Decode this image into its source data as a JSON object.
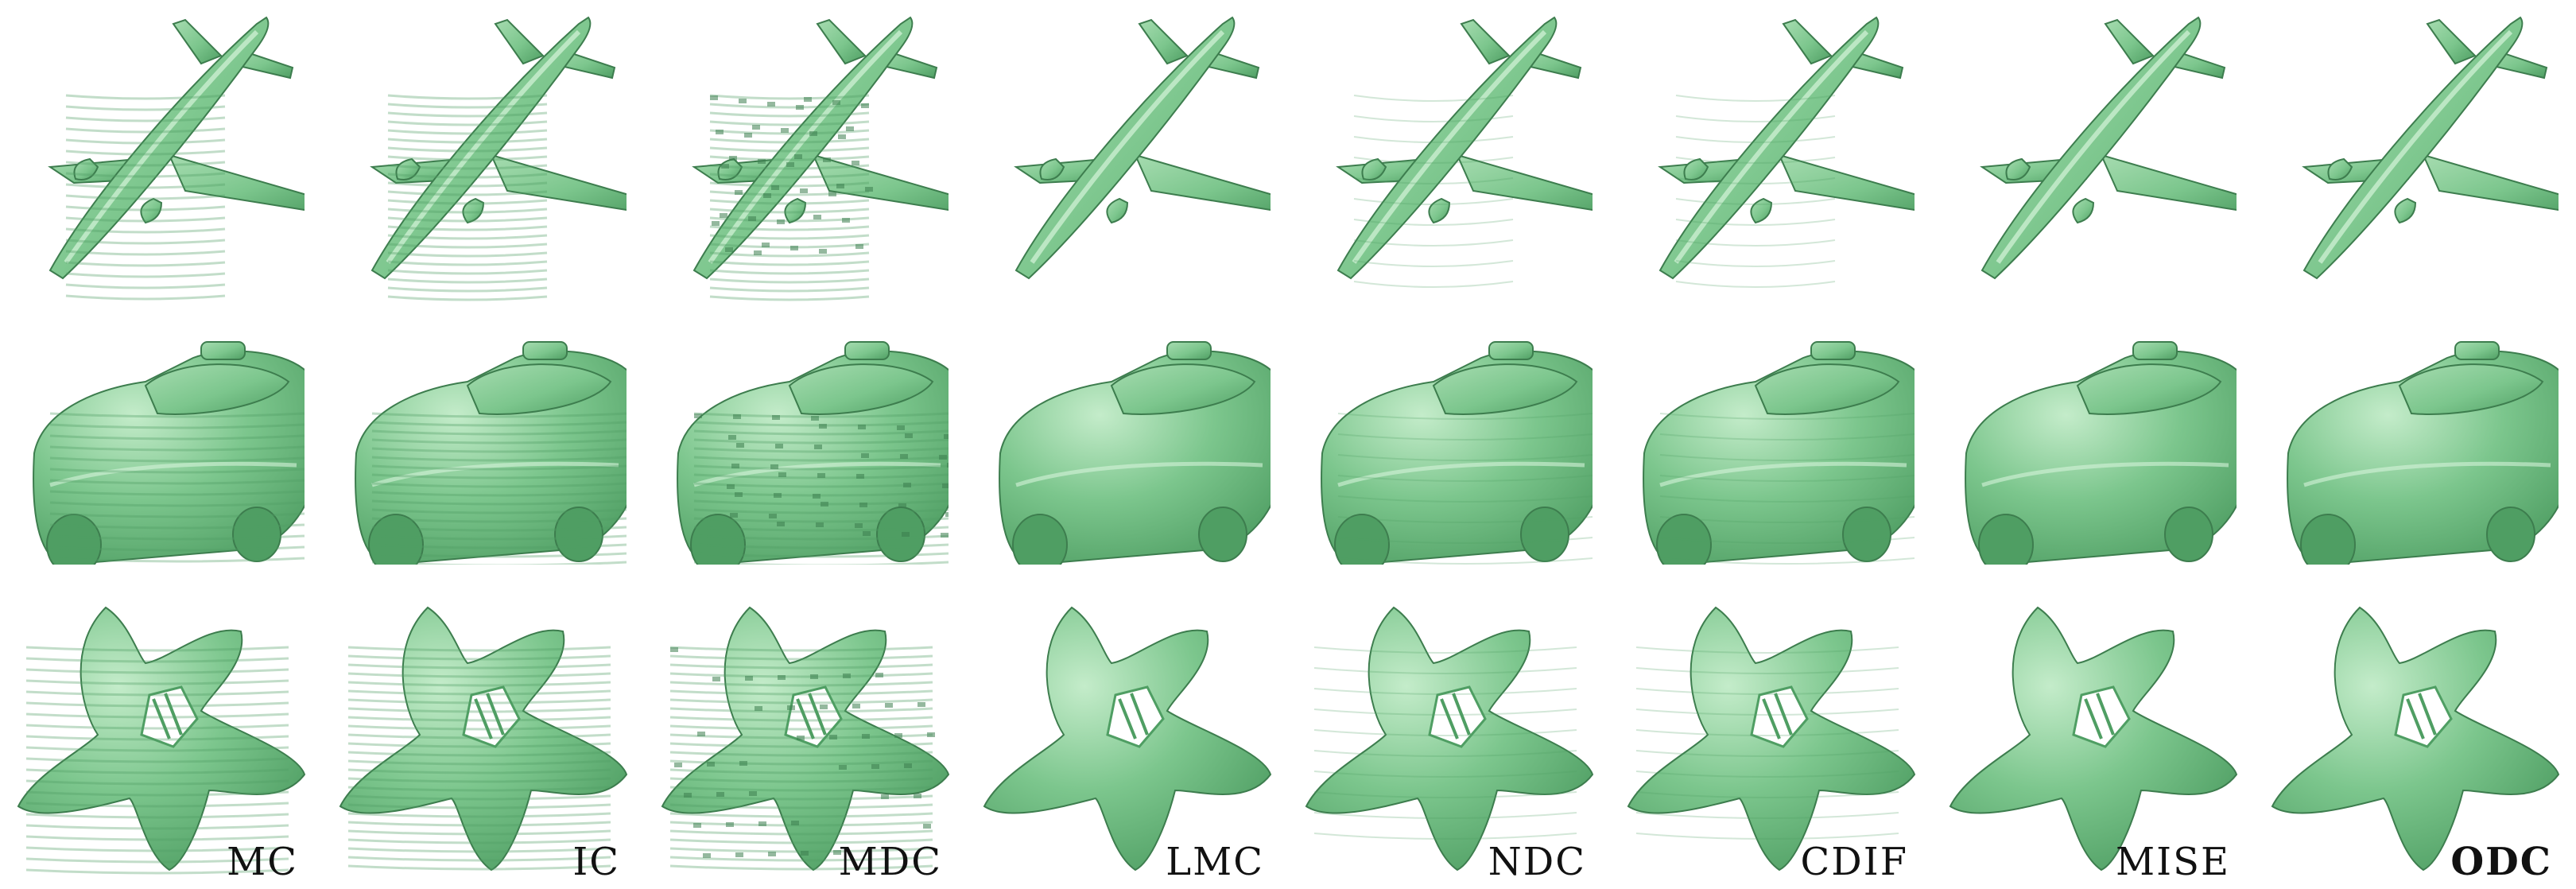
{
  "figure": {
    "rows": [
      "airplane",
      "car",
      "star"
    ],
    "methods": [
      {
        "label": "MC",
        "bold": false
      },
      {
        "label": "IC",
        "bold": false
      },
      {
        "label": "MDC",
        "bold": false
      },
      {
        "label": "LMC",
        "bold": false
      },
      {
        "label": "NDC",
        "bold": false
      },
      {
        "label": "CDIF",
        "bold": false
      },
      {
        "label": "MISE",
        "bold": false
      },
      {
        "label": "ODC",
        "bold": true
      }
    ]
  },
  "colors": {
    "mesh_light": "#a6dcb0",
    "mesh_mid": "#7cc68d",
    "mesh_dark": "#4f9e63",
    "mesh_shadow": "#3d7d4e",
    "text": "#111111"
  }
}
